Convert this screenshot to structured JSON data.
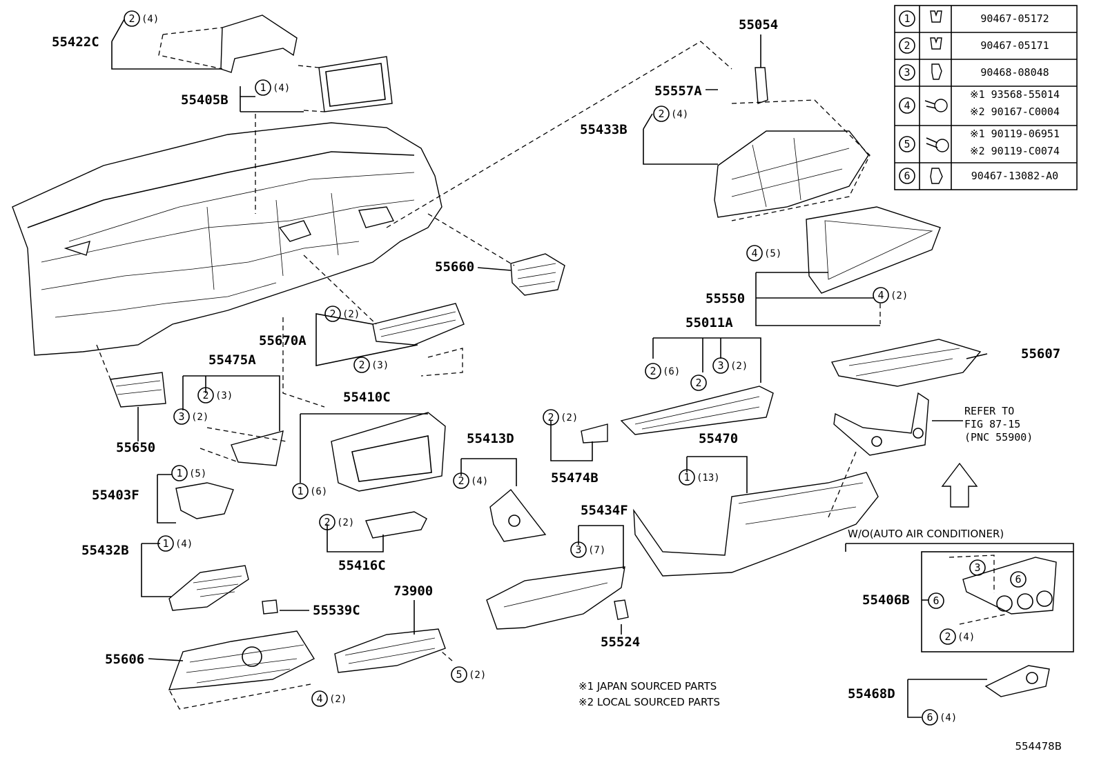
{
  "diagram_id": "554478B",
  "notes": [
    "※1 JAPAN SOURCED PARTS",
    "※2 LOCAL SOURCED PARTS"
  ],
  "refer": [
    "REFER TO",
    "FIG 87-15",
    "(PNC 55900)"
  ],
  "variant_label": "W/O(AUTO AIR CONDITIONER)",
  "fastener_table": [
    {
      "num": "1",
      "part": "90467-05172",
      "icon": "clip-icon"
    },
    {
      "num": "2",
      "part": "90467-05171",
      "icon": "clip-icon"
    },
    {
      "num": "3",
      "part": "90468-08048",
      "icon": "clip-icon"
    },
    {
      "num": "4",
      "parts": [
        "※1 93568-55014",
        "※2 90167-C0004"
      ],
      "icon": "screw-icon"
    },
    {
      "num": "5",
      "parts": [
        "※1 90119-06951",
        "※2 90119-C0074"
      ],
      "icon": "bolt-icon"
    },
    {
      "num": "6",
      "part": "90467-13082-A0",
      "icon": "clip-icon"
    }
  ],
  "part_labels": {
    "p55422C": "55422C",
    "p55405B": "55405B",
    "p55054": "55054",
    "p55557A": "55557A",
    "p55433B": "55433B",
    "p55660": "55660",
    "p55550": "55550",
    "p55670A": "55670A",
    "p55011A": "55011A",
    "p55607": "55607",
    "p55475A": "55475A",
    "p55410C": "55410C",
    "p55650": "55650",
    "p55413D": "55413D",
    "p55474B": "55474B",
    "p55470": "55470",
    "p55403F": "55403F",
    "p55434F": "55434F",
    "p55432B": "55432B",
    "p55416C": "55416C",
    "p55539C": "55539C",
    "p73900": "73900",
    "p55406B": "55406B",
    "p55524": "55524",
    "p55606": "55606",
    "p55468D": "55468D"
  },
  "callouts": {
    "c1": {
      "num": "2",
      "qty": "(4)"
    },
    "c2": {
      "num": "1",
      "qty": "(4)"
    },
    "c3": {
      "num": "2",
      "qty": "(4)"
    },
    "c4": {
      "num": "4",
      "qty": "(5)"
    },
    "c5": {
      "num": "4",
      "qty": "(2)"
    },
    "c6": {
      "num": "2",
      "qty": "(2)"
    },
    "c7": {
      "num": "2",
      "qty": "(3)"
    },
    "c8": {
      "num": "2",
      "qty": "(6)"
    },
    "c9": {
      "num": "2",
      "qty": ""
    },
    "c10": {
      "num": "3",
      "qty": "(2)"
    },
    "c11": {
      "num": "2",
      "qty": "(3)"
    },
    "c12": {
      "num": "3",
      "qty": "(2)"
    },
    "c13": {
      "num": "2",
      "qty": "(2)"
    },
    "c14": {
      "num": "1",
      "qty": "(13)"
    },
    "c15": {
      "num": "1",
      "qty": "(5)"
    },
    "c16": {
      "num": "1",
      "qty": "(6)"
    },
    "c17": {
      "num": "2",
      "qty": "(4)"
    },
    "c18": {
      "num": "2",
      "qty": "(2)"
    },
    "c19": {
      "num": "3",
      "qty": "(7)"
    },
    "c20": {
      "num": "1",
      "qty": "(4)"
    },
    "c21": {
      "num": "5",
      "qty": "(2)"
    },
    "c22": {
      "num": "4",
      "qty": "(2)"
    },
    "c23": {
      "num": "3",
      "qty": ""
    },
    "c24": {
      "num": "6",
      "qty": ""
    },
    "c25": {
      "num": "6",
      "qty": ""
    },
    "c26": {
      "num": "2",
      "qty": "(4)"
    },
    "c27": {
      "num": "6",
      "qty": "(4)"
    }
  }
}
